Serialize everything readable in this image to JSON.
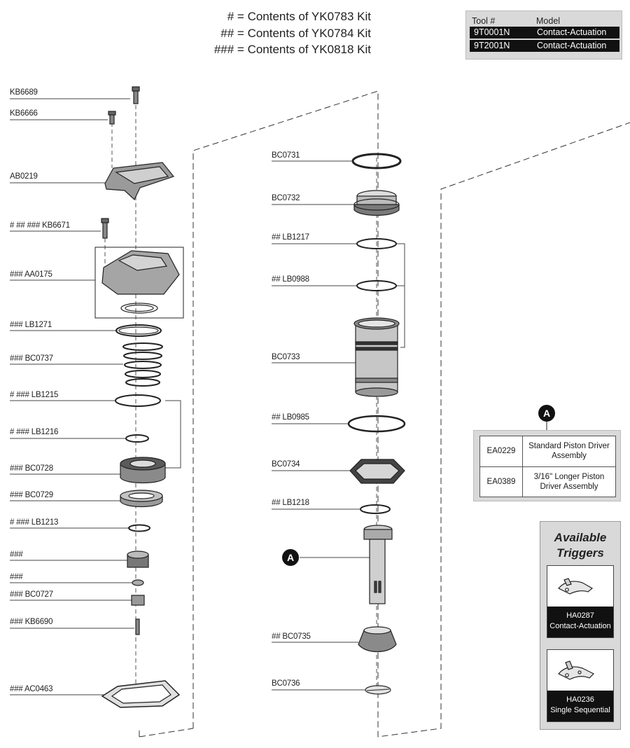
{
  "legend": [
    {
      "symbol": "#",
      "text": "= Contents of YK0783 Kit"
    },
    {
      "symbol": "##",
      "text": "= Contents of YK0784 Kit"
    },
    {
      "symbol": "###",
      "text": "= Contents of YK0818 Kit"
    }
  ],
  "tool_table": {
    "headers": [
      "Tool #",
      "Model"
    ],
    "rows": [
      {
        "tool": "9T0001N",
        "model": "Contact-Actuation"
      },
      {
        "tool": "9T2001N",
        "model": "Contact-Actuation"
      }
    ]
  },
  "left_labels": [
    "KB6689",
    "KB6666",
    "AB0219",
    "#  ##  ### KB6671",
    "### AA0175",
    "### LB1271",
    "### BC0737",
    "#  ### LB1215",
    "#  ### LB1216",
    "### BC0728",
    "### BC0729",
    "#  ### LB1213",
    "###",
    "###",
    "### BC0727",
    "### KB6690",
    "### AC0463"
  ],
  "middle_labels": [
    "BC0731",
    "BC0732",
    "## LB1217",
    "## LB0988",
    "BC0733",
    "## LB0985",
    "BC0734",
    "## LB1218",
    "## BC0735",
    "BC0736"
  ],
  "callout_letter": "A",
  "assembly_table": {
    "rows": [
      {
        "code": "EA0229",
        "description": "Standard Piston Driver Assembly"
      },
      {
        "code": "EA0389",
        "description": "3/16\" Longer Piston Driver Assembly"
      }
    ]
  },
  "triggers": {
    "title": "Available Triggers",
    "items": [
      {
        "code": "HA0287",
        "name": "Contact-Actuation"
      },
      {
        "code": "HA0236",
        "name": "Single Sequential"
      }
    ]
  },
  "colors": {
    "ink": "#1a1a1a",
    "panel": "#d9d9d9",
    "dark": "#111111"
  }
}
